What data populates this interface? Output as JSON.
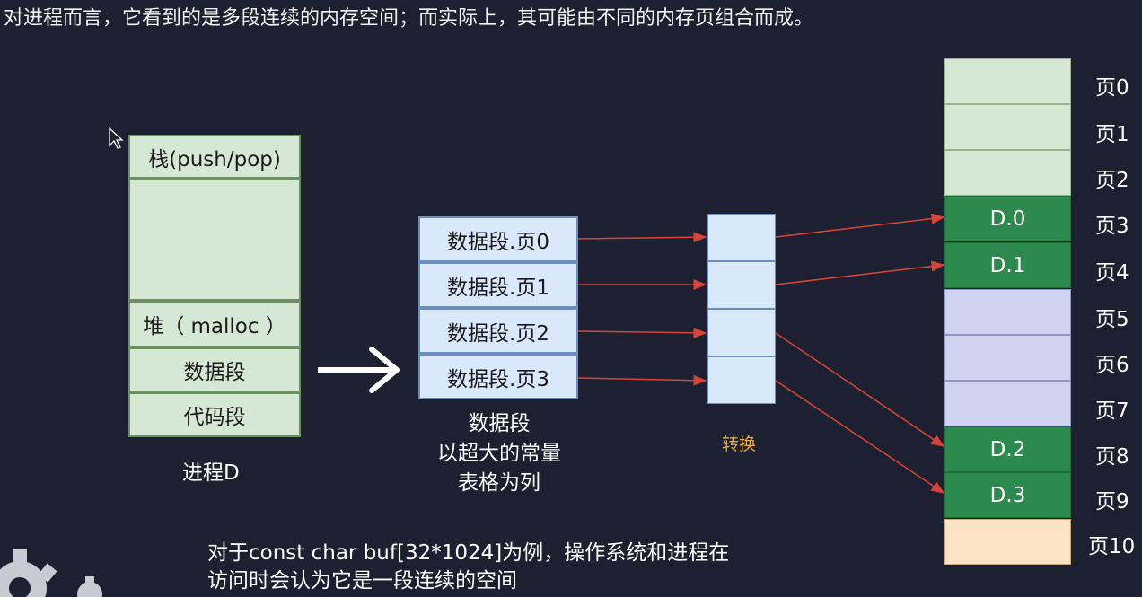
{
  "caption_top": "对进程而言，它看到的是多段连续的内存空间；而实际上，其可能由不同的内存页组合而成。",
  "process": {
    "blocks": [
      "栈(push/pop)",
      "堆（ malloc ）",
      "数据段",
      "代码段"
    ],
    "label": "进程D"
  },
  "data_segment": {
    "pages": [
      "数据段.页0",
      "数据段.页1",
      "数据段.页2",
      "数据段.页3"
    ],
    "label_lines": [
      "数据段",
      "以超大的常量",
      "表格为列"
    ]
  },
  "conversion_label": "转换",
  "physical_pages": {
    "labels": [
      "页0",
      "页1",
      "页2",
      "页3",
      "页4",
      "页5",
      "页6",
      "页7",
      "页8",
      "页9",
      "页10"
    ],
    "contents": [
      "",
      "",
      "",
      "D.0",
      "D.1",
      "",
      "",
      "",
      "D.2",
      "D.3",
      ""
    ]
  },
  "caption_bottom": [
    "对于const char buf[32*1024]为例，操作系统和进程在",
    "访问时会认为它是一段连续的空间"
  ],
  "colors": {
    "background": "#1d2030",
    "process_fill": "#d5e8d4",
    "segment_fill": "#dae8fc",
    "mapped_page": "#2d8a4e",
    "arrow": "#d9443a",
    "conversion_label": "#f0a830"
  }
}
